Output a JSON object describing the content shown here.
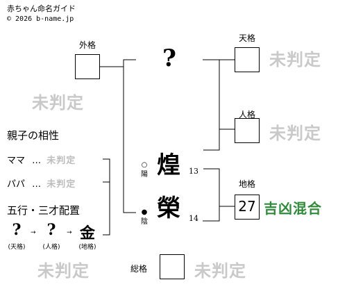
{
  "header": {
    "title": "赤ちゃん命名ガイド",
    "copyright": "© 2026 b-name.jp"
  },
  "labels": {
    "gaikaku": "外格",
    "tenkaku": "天格",
    "jinkaku": "人格",
    "chikaku": "地格",
    "soukaku": "総格"
  },
  "values": {
    "gaikaku": "",
    "tenkaku": "",
    "jinkaku": "",
    "chikaku": "27",
    "soukaku": ""
  },
  "name": {
    "surname_placeholder": "?",
    "chars": [
      {
        "char": "煌",
        "strokes": "13",
        "yinyang_mark": "○",
        "yinyang": "陽"
      },
      {
        "char": "榮",
        "strokes": "14",
        "yinyang_mark": "●",
        "yinyang": "陰"
      }
    ]
  },
  "stamp_text": "未判定",
  "fortune": {
    "chikaku": "吉凶混合"
  },
  "compat": {
    "title": "親子の相性",
    "rows": [
      {
        "label": "ママ",
        "dots": "…",
        "result": "未判定"
      },
      {
        "label": "パパ",
        "dots": "…",
        "result": "未判定"
      }
    ]
  },
  "gogyo": {
    "title": "五行・三才配置",
    "items": [
      {
        "symbol": "?",
        "caption": "(天格)"
      },
      {
        "symbol": "?",
        "caption": "(人格)"
      },
      {
        "symbol": "金",
        "caption": "(地格)"
      }
    ],
    "arrow": "→"
  }
}
